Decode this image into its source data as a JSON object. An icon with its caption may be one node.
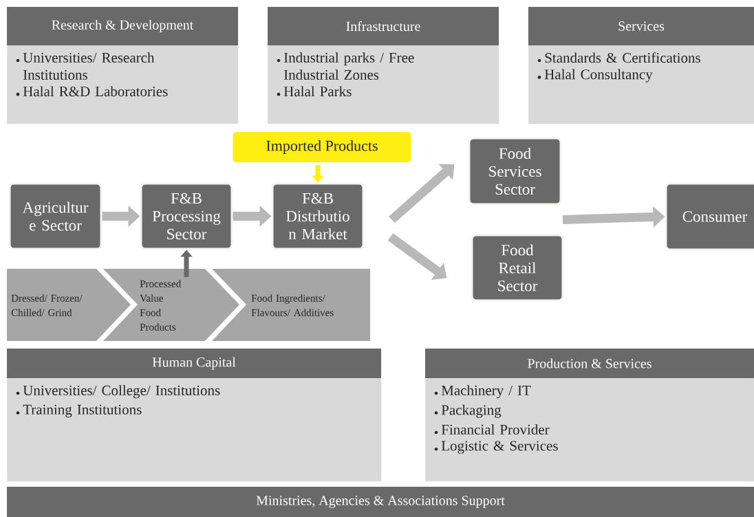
{
  "diagram": {
    "nodes": [
      {
        "text": [
          "Research & Development",
          "Universities/ Research Institutions",
          "Halal R&D Laboratories"
        ]
      },
      {
        "text": [
          "Infrastructure",
          "Industrial parks / Free Industrial Zones",
          "Halal Parks"
        ]
      },
      {
        "text": [
          "Services",
          "Standards & Certifications",
          "Halal Consultancy"
        ]
      },
      {
        "text": [
          "Imported Products"
        ]
      },
      {
        "text": [
          "Agricultur e Sector"
        ]
      },
      {
        "text": [
          "F&B Processing Sector"
        ]
      },
      {
        "text": [
          "F&B Distrbutio n Market"
        ]
      },
      {
        "text": [
          "Food Services Sector"
        ]
      },
      {
        "text": [
          "Food Retail Sector"
        ]
      },
      {
        "text": [
          "Consumer"
        ]
      },
      {
        "text": [
          "Dressed/ Frozen/ Chilled/ Grind"
        ]
      },
      {
        "text": [
          "Processed Value Food Products"
        ]
      },
      {
        "text": [
          "Food Ingredients/ Flavours/ Additives"
        ]
      },
      {
        "text": [
          "Human Capital",
          "Universities/ College/ Institutions",
          "Training Institutions"
        ]
      },
      {
        "text": [
          "Production & Services",
          "Machinery / IT",
          "Packaging",
          "Financial Provider",
          "Logistic & Services"
        ]
      },
      {
        "text": [
          "Ministries, Agencies & Associations Support"
        ]
      }
    ],
    "edges": [
      {
        "from": 4,
        "to": 5,
        "arrow": "to"
      },
      {
        "from": 5,
        "to": 6,
        "arrow": "to"
      },
      {
        "from": 3,
        "to": 6,
        "arrow": "to",
        "color": "#ffee11"
      },
      {
        "from": 11,
        "to": 5,
        "arrow": "to",
        "color": "#696969"
      },
      {
        "from": 6,
        "to": 7,
        "arrow": "to"
      },
      {
        "from": 6,
        "to": 8,
        "arrow": "to"
      },
      {
        "from": 7,
        "to": 9,
        "arrow": "to"
      },
      {
        "from": 8,
        "to": 9,
        "arrow": "to"
      }
    ]
  }
}
